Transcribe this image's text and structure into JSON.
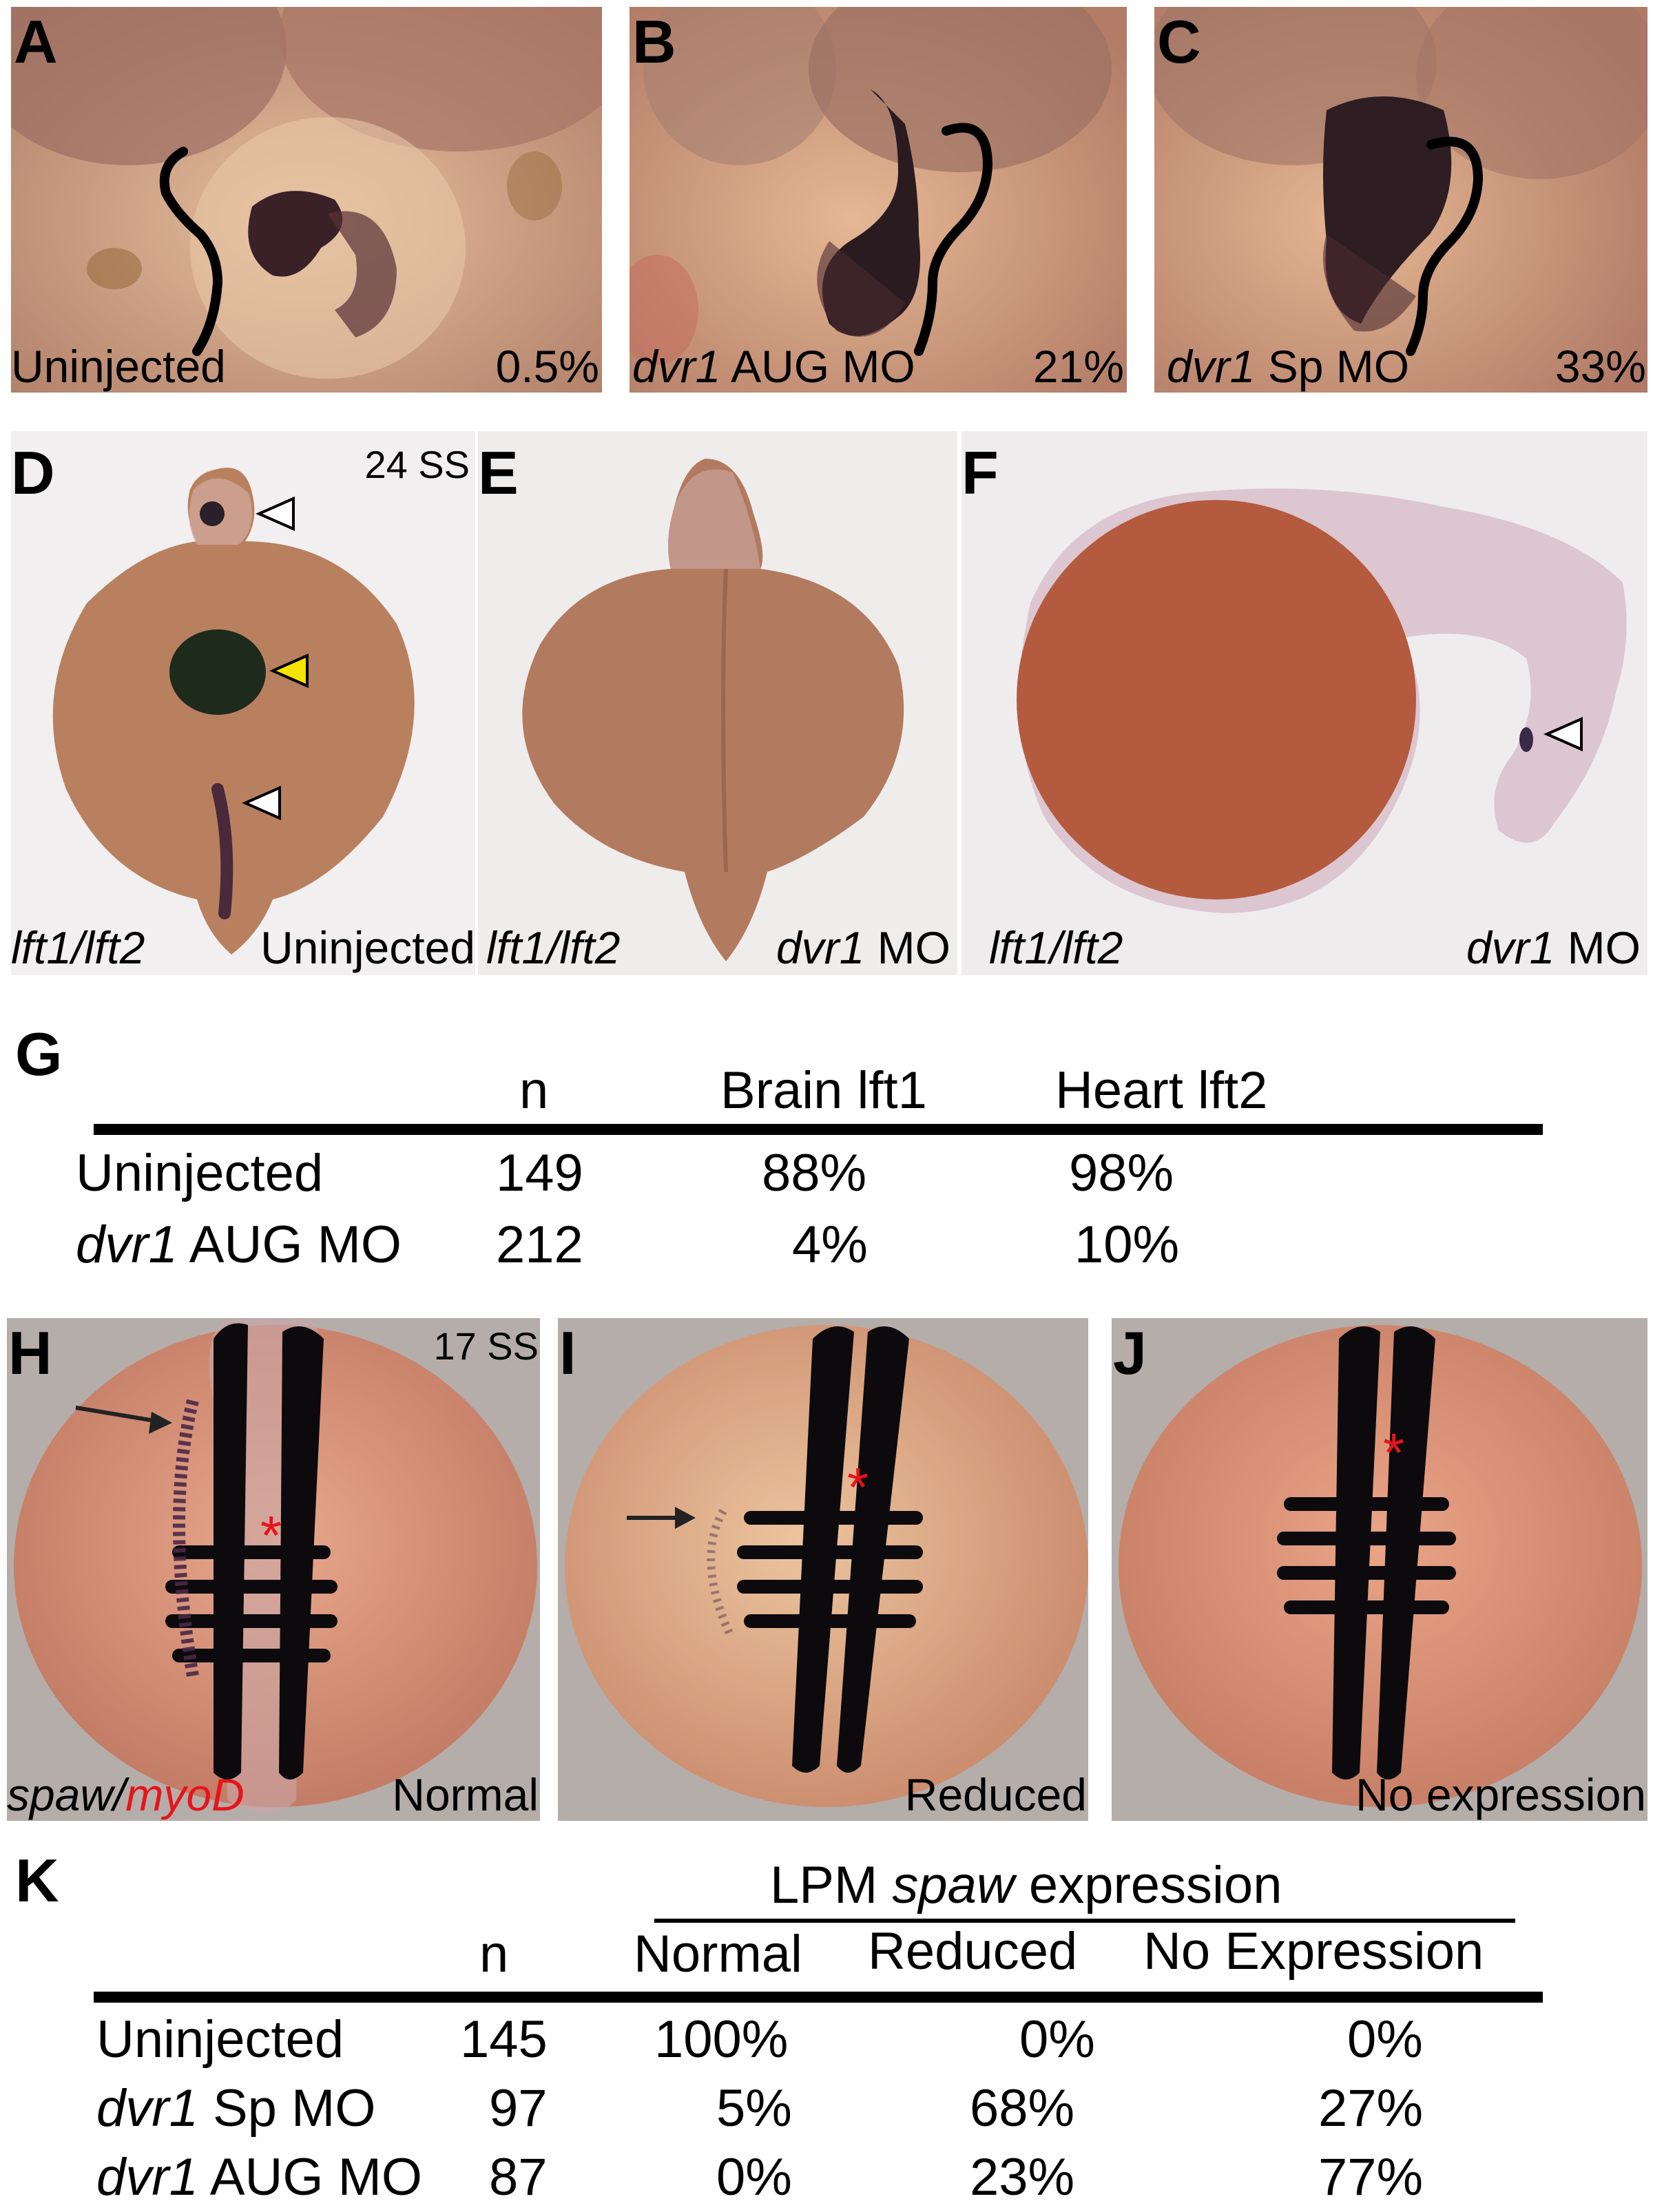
{
  "panels_top": [
    {
      "letter": "A",
      "label_plain": "Uninjected",
      "percent": "0.5%"
    },
    {
      "letter": "B",
      "label_italic": "dvr1",
      "label_rest": " AUG MO",
      "percent": "21%"
    },
    {
      "letter": "C",
      "label_italic": "dvr1",
      "label_rest": " Sp MO",
      "percent": "33%"
    }
  ],
  "panels_mid": [
    {
      "letter": "D",
      "stage": "24 SS",
      "gene": "lft1/lft2",
      "condition_plain": "Uninjected"
    },
    {
      "letter": "E",
      "gene": "lft1/lft2",
      "condition_italic": "dvr1",
      "condition_rest": " MO"
    },
    {
      "letter": "F",
      "gene": "lft1/lft2",
      "condition_italic": "dvr1",
      "condition_rest": " MO"
    }
  ],
  "table_g": {
    "letter": "G",
    "headers": [
      "n",
      "Brain lft1",
      "Heart lft2"
    ],
    "rows": [
      {
        "name_plain": "Uninjected",
        "n": "149",
        "brain": "88%",
        "heart": "98%"
      },
      {
        "name_italic": "dvr1",
        "name_rest": " AUG MO",
        "n": "212",
        "brain": "4%",
        "heart": "10%"
      }
    ]
  },
  "panels_lower": [
    {
      "letter": "H",
      "stage": "17 SS",
      "gene_a": "spaw",
      "gene_sep": "/",
      "gene_b": "myoD",
      "category": "Normal"
    },
    {
      "letter": "I",
      "category": "Reduced"
    },
    {
      "letter": "J",
      "category": "No expression"
    }
  ],
  "table_k": {
    "letter": "K",
    "group_header_pre": "LPM ",
    "group_header_italic": "spaw",
    "group_header_post": " expression",
    "headers": [
      "n",
      "Normal",
      "Reduced",
      "No Expression"
    ],
    "rows": [
      {
        "name_plain": "Uninjected",
        "n": "145",
        "normal": "100%",
        "reduced": "0%",
        "none": "0%"
      },
      {
        "name_italic": "dvr1",
        "name_rest": " Sp MO",
        "n": "97",
        "normal": "5%",
        "reduced": "68%",
        "none": "27%"
      },
      {
        "name_italic": "dvr1",
        "name_rest": " AUG MO",
        "n": "87",
        "normal": "0%",
        "reduced": "23%",
        "none": "77%"
      }
    ]
  },
  "colors": {
    "asterisk": "#e8141b",
    "yellow_arrowhead": "#f5e400"
  }
}
